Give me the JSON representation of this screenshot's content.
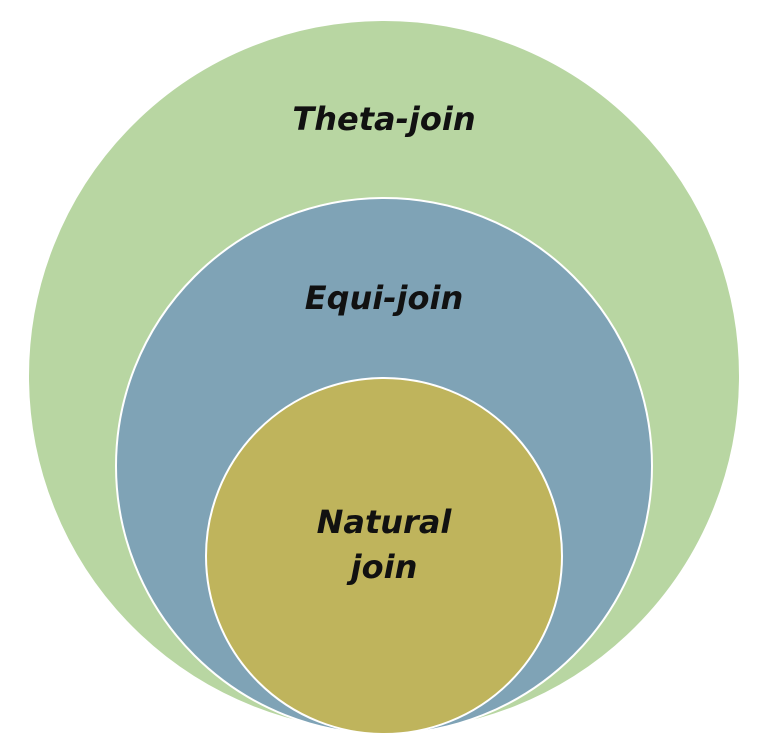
{
  "diagram": {
    "sets": [
      {
        "name": "Theta-join",
        "fill": "#b8d6a2"
      },
      {
        "name": "Equi-join",
        "fill": "#7fa3b6"
      },
      {
        "name": "Natural join",
        "line1": "Natural",
        "line2": "join",
        "fill": "#bfb45c"
      }
    ]
  }
}
